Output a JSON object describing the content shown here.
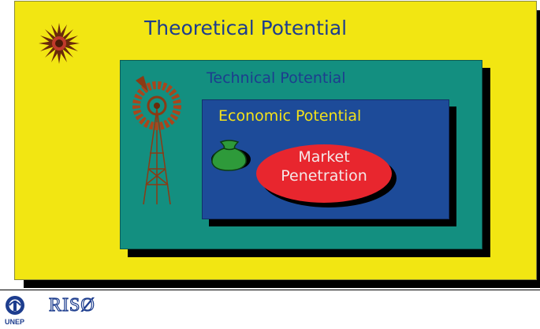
{
  "diagram": {
    "theoretical_label": "Theoretical Potential",
    "technical_label": "Technical Potential",
    "economic_label": "Economic Potential",
    "market_label_line1": "Market",
    "market_label_line2": "Penetration"
  },
  "icons": {
    "sun": "sun-icon",
    "windmill": "windmill-icon",
    "money_bag": "money-bag-icon",
    "unep_logo": "unep-logo-icon"
  },
  "footer": {
    "unep_text": "UNEP",
    "riso_text": "RISØ"
  },
  "colors": {
    "theoretical_fill": "#f2e612",
    "technical_fill": "#138f80",
    "economic_fill": "#1d4b99",
    "market_fill": "#e8262e",
    "title_text": "#1d3d8e",
    "economic_text": "#f4e21a"
  }
}
